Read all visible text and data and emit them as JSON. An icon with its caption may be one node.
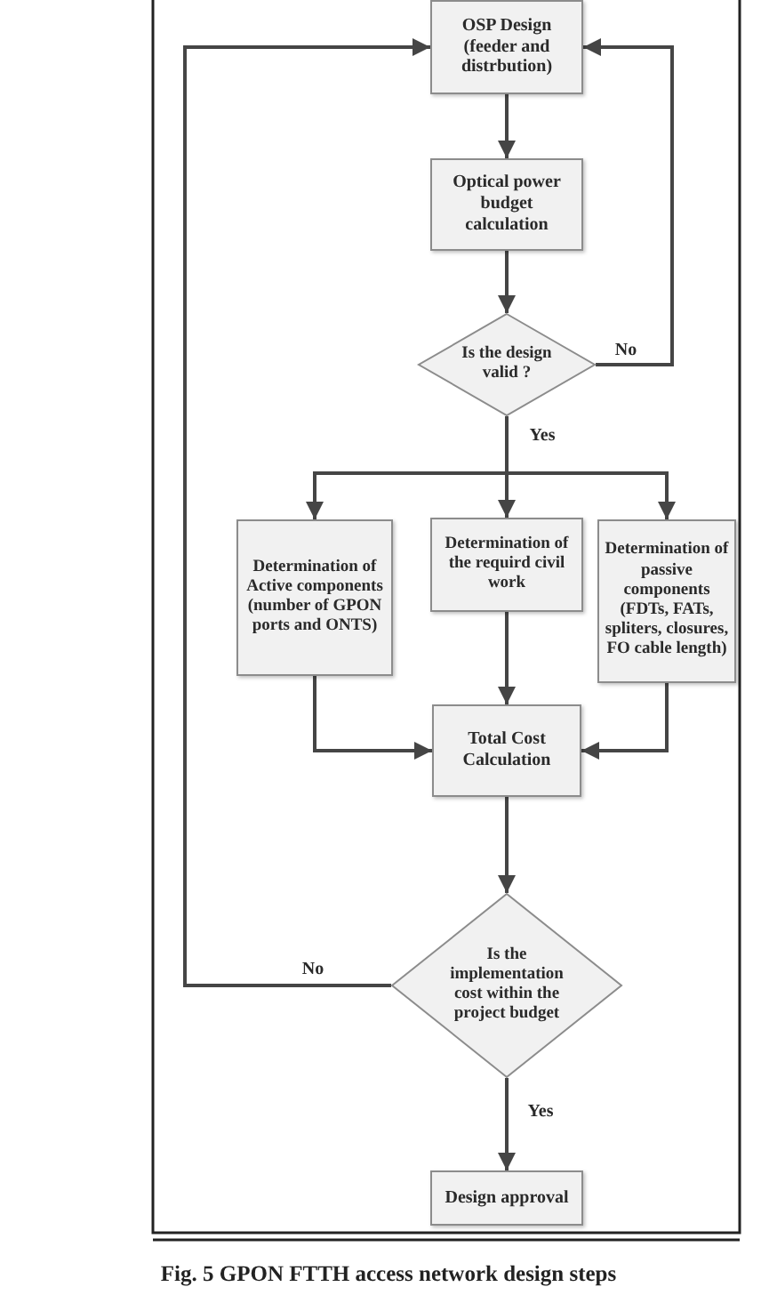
{
  "diagram": {
    "caption": "Fig. 5 GPON FTTH access network design steps",
    "nodes": [
      {
        "text": [
          "OSP Design (feeder and distrbution)"
        ]
      },
      {
        "text": [
          "Optical power budget calculation"
        ]
      },
      {
        "text": [
          "Is the design valid ?"
        ]
      },
      {
        "text": [
          "Determination of Active components (number of GPON ports and ONTS)"
        ]
      },
      {
        "text": [
          "Determination of the requird civil work"
        ]
      },
      {
        "text": [
          "Determination of passive components (FDTs, FATs, spliters, closures, FO cable length)"
        ]
      },
      {
        "text": [
          "Total Cost Calculation"
        ]
      },
      {
        "text": [
          "Is the implementation cost within the project budget"
        ]
      },
      {
        "text": [
          "Design approval"
        ]
      }
    ],
    "edges": [
      {
        "from": 0,
        "to": 1,
        "arrow": "to"
      },
      {
        "from": 1,
        "to": 2,
        "arrow": "to"
      },
      {
        "from": 2,
        "to": 0,
        "arrow": "to",
        "label": "No"
      },
      {
        "from": 2,
        "to": 3,
        "arrow": "to"
      },
      {
        "from": 2,
        "to": 4,
        "arrow": "to",
        "label": "Yes"
      },
      {
        "from": 2,
        "to": 5,
        "arrow": "to"
      },
      {
        "from": 3,
        "to": 6,
        "arrow": "to"
      },
      {
        "from": 4,
        "to": 6,
        "arrow": "to"
      },
      {
        "from": 5,
        "to": 6,
        "arrow": "to"
      },
      {
        "from": 6,
        "to": 7,
        "arrow": "to"
      },
      {
        "from": 7,
        "to": 0,
        "arrow": "to",
        "label": "No"
      },
      {
        "from": 7,
        "to": 8,
        "arrow": "to",
        "label": "Yes"
      }
    ]
  }
}
